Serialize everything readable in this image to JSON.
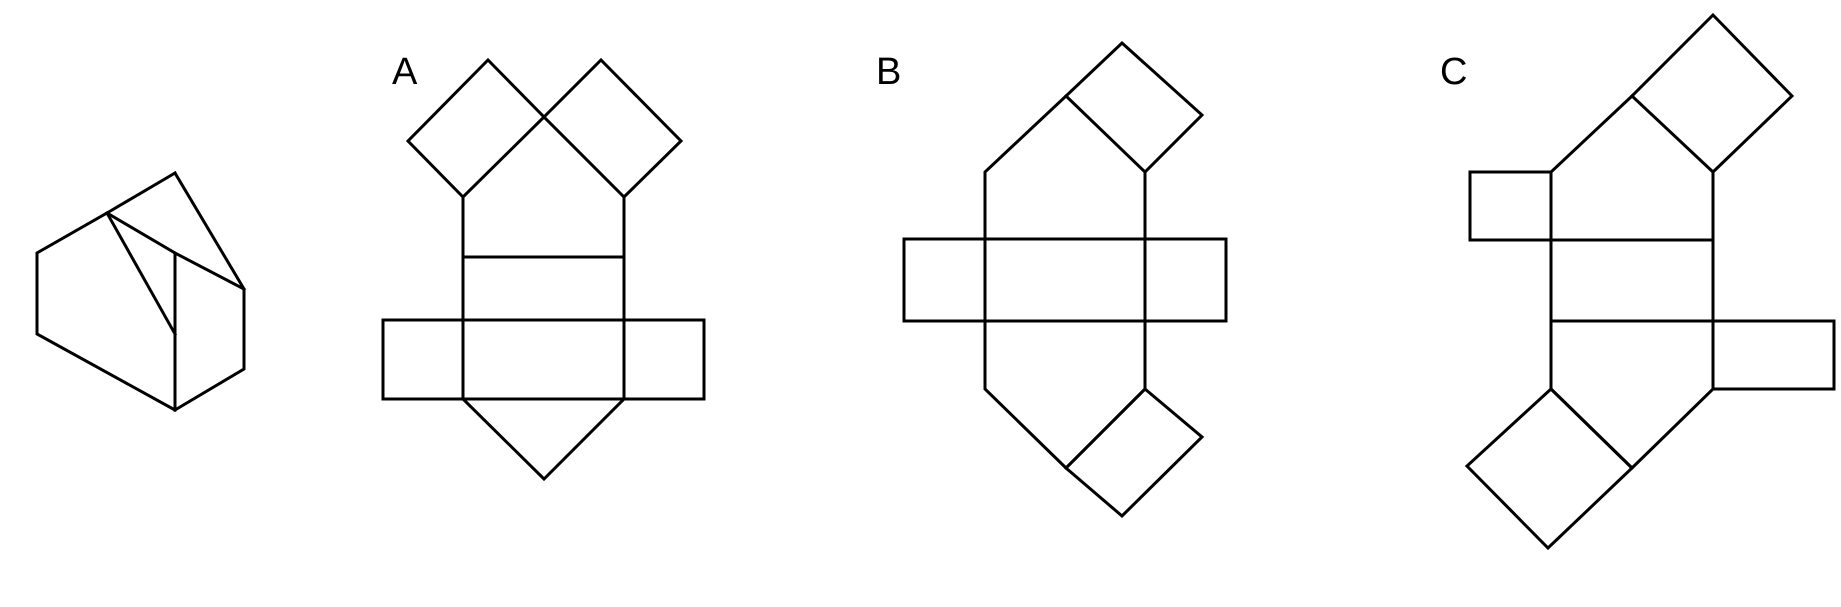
{
  "options": {
    "a": "A",
    "b": "B",
    "c": "C"
  }
}
